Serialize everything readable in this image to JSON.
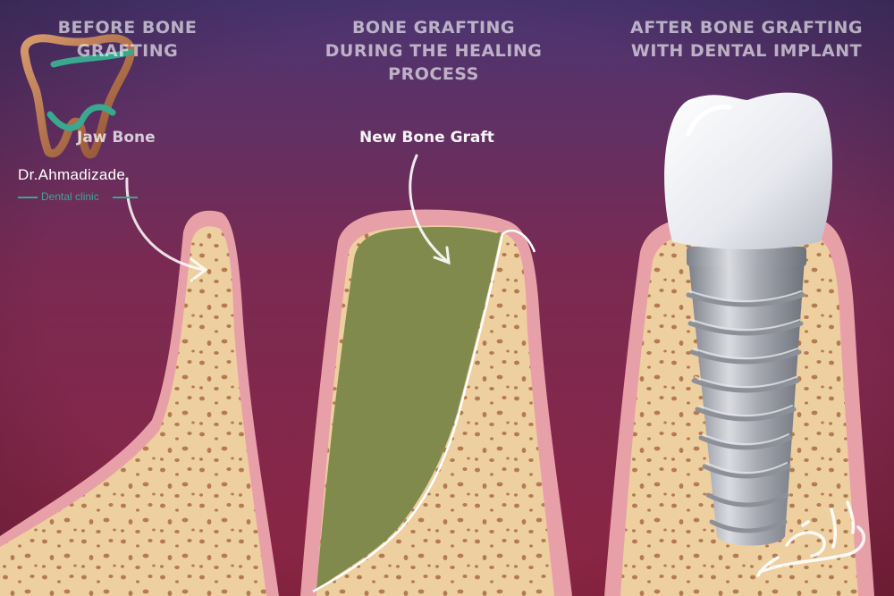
{
  "panels": [
    {
      "title": "BEFORE BONE\nGRAFTING"
    },
    {
      "title": "BONE GRAFTING\nDURING THE HEALING\nPROCESS"
    },
    {
      "title": "AFTER BONE GRAFTING\nWITH DENTAL IMPLANT"
    }
  ],
  "labels": {
    "jaw_bone": "Jaw Bone",
    "new_bone_graft": "New Bone Graft"
  },
  "logo": {
    "name": "Dr.Ahmadizade",
    "subtitle": "Dental clinic",
    "signature": "احمدی زاده"
  },
  "colors": {
    "background_top": "#4a3470",
    "background_bottom": "#8a2440",
    "gum": "#e8a0a8",
    "bone": "#edcfa0",
    "bone_spots": "#b57a52",
    "graft": "#7f8a4c",
    "implant_metal": "#a9acb3",
    "crown": "#eef0f4",
    "logo_accent": "#3aa88f",
    "logo_copper": "#b8714a"
  }
}
